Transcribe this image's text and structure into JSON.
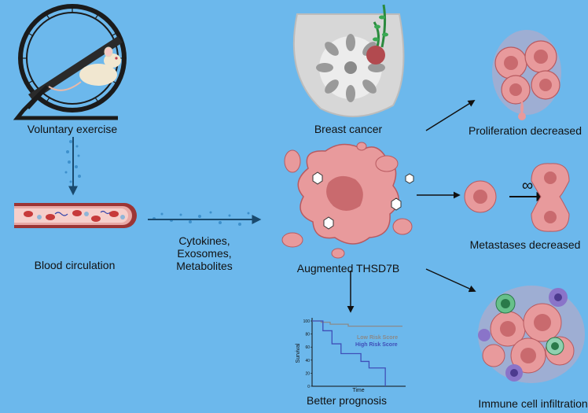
{
  "labels": {
    "exercise": "Voluntary exercise",
    "blood": "Blood circulation",
    "cytokines": "Cytokines,",
    "exosomes": "Exosomes,",
    "metabolites": "Metabolites",
    "breast": "Breast cancer",
    "thsd": "Augmented THSD7B",
    "prognosis": "Better prognosis",
    "proliferation": "Proliferation decreased",
    "metastases": "Metastases decreased",
    "immune": "Immune cell infiltration",
    "infinity": "∞"
  },
  "colors": {
    "background": "#6cb8ec",
    "arrow": "#1a4a6e",
    "tumor": "#e89a9c",
    "tumor_dark": "#c96a6e",
    "vessel": "#a23c3c",
    "low_risk": "#8a8a8a",
    "high_risk": "#3f4fb8"
  },
  "chart_data": {
    "type": "line",
    "ylabel": "Survival",
    "xlabel": "Time",
    "yticks": [
      0,
      20,
      40,
      60,
      80,
      100
    ],
    "ylim": [
      0,
      100
    ],
    "xlim": [
      0,
      10
    ],
    "series": [
      {
        "name": "Low Risk Score",
        "color": "#8a8a8a",
        "x": [
          0,
          1,
          1,
          2,
          2,
          4,
          4,
          10
        ],
        "y": [
          100,
          100,
          98,
          98,
          95,
          95,
          92,
          92
        ]
      },
      {
        "name": "High Risk Score",
        "color": "#3f4fb8",
        "x": [
          0,
          1.2,
          1.2,
          2.2,
          2.2,
          3.2,
          3.2,
          5.4,
          5.4,
          6.3,
          6.3,
          8.1,
          8.1
        ],
        "y": [
          100,
          100,
          85,
          85,
          65,
          65,
          50,
          50,
          38,
          38,
          28,
          28,
          0
        ]
      }
    ]
  }
}
